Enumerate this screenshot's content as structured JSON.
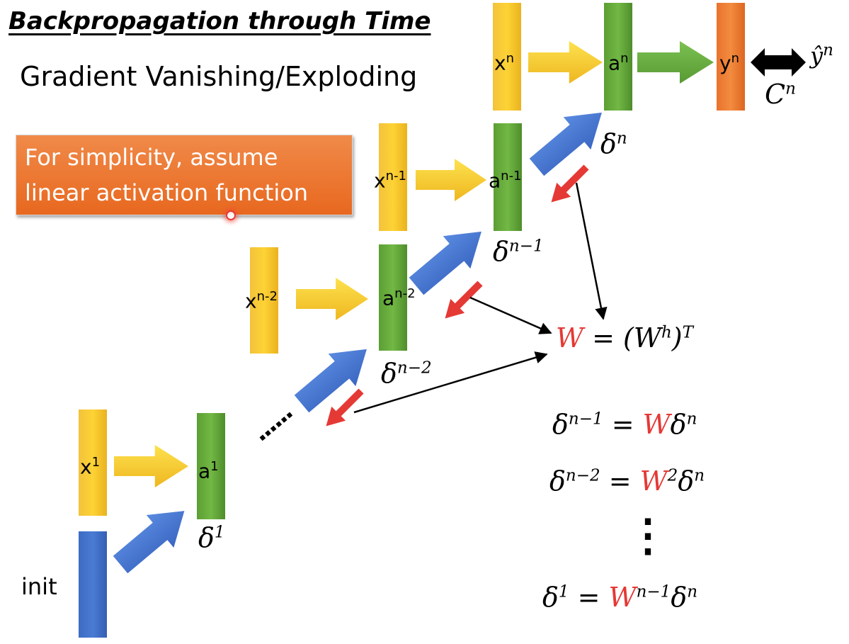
{
  "slide": {
    "title": "Backpropagation through Time",
    "subtitle": "Gradient Vanishing/Exploding",
    "callout": [
      "For simplicity, assume",
      "linear activation function"
    ]
  },
  "nodes": {
    "xn": {
      "base": "x",
      "sup": "n"
    },
    "an": {
      "base": "a",
      "sup": "n"
    },
    "yn": {
      "base": "y",
      "sup": "n"
    },
    "xn1": {
      "base": "x",
      "sup": "n-1"
    },
    "an1": {
      "base": "a",
      "sup": "n-1"
    },
    "xn2": {
      "base": "x",
      "sup": "n-2"
    },
    "an2": {
      "base": "a",
      "sup": "n-2"
    },
    "x1": {
      "base": "x",
      "sup": "1"
    },
    "a1": {
      "base": "a",
      "sup": "1"
    },
    "init": "init",
    "dots": "......"
  },
  "math": {
    "yhat_n": {
      "base": "ŷ",
      "sup": "n"
    },
    "cost_n": {
      "base": "C",
      "sup": "n"
    },
    "delta_n": {
      "base": "δ",
      "sup": "n"
    },
    "delta_n1": {
      "base": "δ",
      "sup": "n−1"
    },
    "delta_n2": {
      "base": "δ",
      "sup": "n−2"
    },
    "delta_1": {
      "base": "δ",
      "sup": "1"
    },
    "w_def": {
      "w": "W",
      "rest": " = (W",
      "h": "h",
      "close": ")",
      "T": "T"
    },
    "eq1": {
      "lhs": "δ",
      "lhs_sup": "n−1",
      "eq": " = ",
      "w": "W",
      "rhs": "δ",
      "rhs_sup": "n"
    },
    "eq2": {
      "lhs": "δ",
      "lhs_sup": "n−2",
      "eq": " = ",
      "w": "W",
      "w_sup": "2",
      "rhs": "δ",
      "rhs_sup": "n"
    },
    "eq_dots": "⋮",
    "eq3": {
      "lhs": "δ",
      "lhs_sup": "1",
      "eq": " = ",
      "w": "W",
      "w_sup": "n−1",
      "rhs": "δ",
      "rhs_sup": "n"
    }
  },
  "colors": {
    "input": "#fdd335",
    "hidden": "#72b845",
    "output": "#f28c3f",
    "init": "#4a7bd3",
    "backprop": "#e53935",
    "callout": "#e8681f"
  }
}
